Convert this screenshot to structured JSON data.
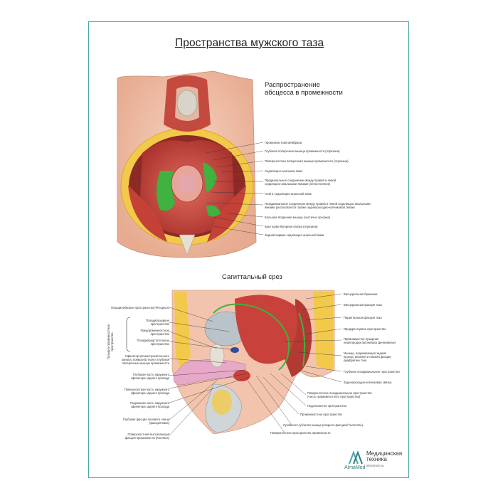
{
  "title": "Пространства мужского таза",
  "perineum": {
    "subtitle_line1": "Распространение",
    "subtitle_line2": "абсцесса в промежности",
    "labels": [
      "Промежностная мембрана",
      "Глубокая поперечная мышца промежности (отрезана)",
      "Поверхностная поперечная мышца промежности (отрезана)",
      "Седалищно-анальная ямка",
      "Предианальное соединение между правой и левой",
      "седалищно-анальными ямками (непостоянное)",
      "Гной в седалищно-анальной ямке",
      "Позадианальное соединение между правой и левой седалищно-анальными",
      "ямками располагается глубже заднепроходно-копчиковой связки",
      "Большая ягодичная мышца (частично срезана)",
      "Крестцово-бугорная связка (отрезана)",
      "Задний карман седалищно-анальной ямки"
    ]
  },
  "sagittal": {
    "subtitle": "Сагиттальный срез",
    "left_labels": [
      "Позадилобковое пространство (Ретциуса)",
      "Позадипузырное",
      "пространство",
      "Предпромежностное",
      "пространство",
      "Позадипредстательное",
      "пространство",
      "Сфинктер мочеиспускательного",
      "канала, поверхностная и глубокая",
      "поперечные мышцы промежности",
      "Глубокая часть наружного",
      "сфинктера заднего прохода",
      "Поверхностная часть наружного",
      "сфинктера заднего прохода",
      "Подкожная часть наружного",
      "сфинктера заднего прохода",
      "Глубокая фасция полового члена",
      "(фасция Бака)",
      "Поверхностная выстилающая",
      "фасция промежности (Коллиса)"
    ],
    "bracket_label_line1": "Пузырно-промежностное",
    "bracket_label_line2": "пространство",
    "right_labels": [
      "Висцеральная брюшина",
      "Висцеральная фасция таза",
      "Париетальная фасция таза",
      "Предкрестцовое пространство",
      "Прямокишечно-пузырная",
      "перегородка (апоневроз Денонвилье)",
      "Мышца, поднимающая задний",
      "проход, верхняя и нижняя фасции",
      "диафрагмы таза",
      "Глубокое позадианальное пространство",
      "Заднепроходно-копчиковая связка",
      "Поверхностное позадианальное пространство",
      "(часть промежностного пространства)",
      "Подслизистое пространство",
      "Промежностное пространство",
      "Луковично-губчатая мышца (покрыта фасцией Галлоппа)",
      "Поверхностное пространство промежности"
    ]
  },
  "logo": {
    "brand": "AlmaMed",
    "text_line1": "Медицинская",
    "text_line2": "техника",
    "url": "almamed.su"
  },
  "colors": {
    "frame": "#4aa8a8",
    "skin": "#f2c4ad",
    "muscle": "#c8413a",
    "fat": "#f2c94a",
    "pus": "#3fb23f",
    "bone": "#e6e0d4"
  }
}
